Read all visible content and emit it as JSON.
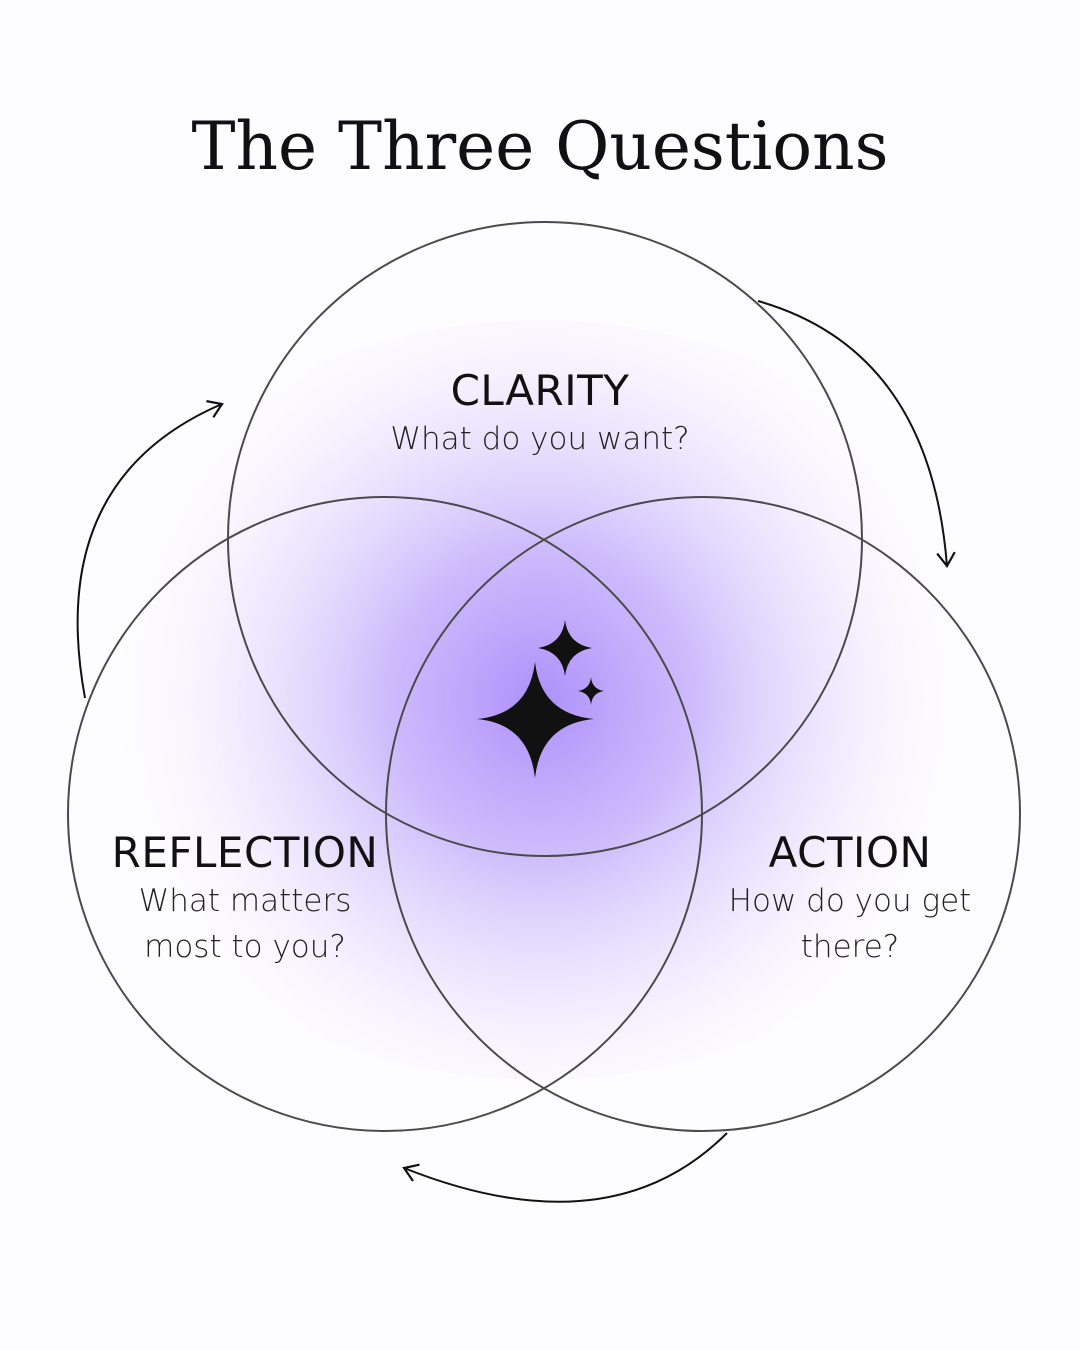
{
  "title": "The Three Questions",
  "colors": {
    "glow": "#a98bfa",
    "stroke": "#4a4a4a",
    "ink": "#111111"
  },
  "circles": [
    {
      "id": "clarity",
      "heading": "CLARITY",
      "question": "What do you want?"
    },
    {
      "id": "reflection",
      "heading": "REFLECTION",
      "question_line1": "What matters",
      "question_line2": "most to you?"
    },
    {
      "id": "action",
      "heading": "ACTION",
      "question_line1": "How do you get",
      "question_line2": "there?"
    }
  ],
  "center_icon": "sparkle-icon",
  "cycle_arrows": [
    "clarity-to-action",
    "action-to-reflection",
    "reflection-to-clarity"
  ]
}
